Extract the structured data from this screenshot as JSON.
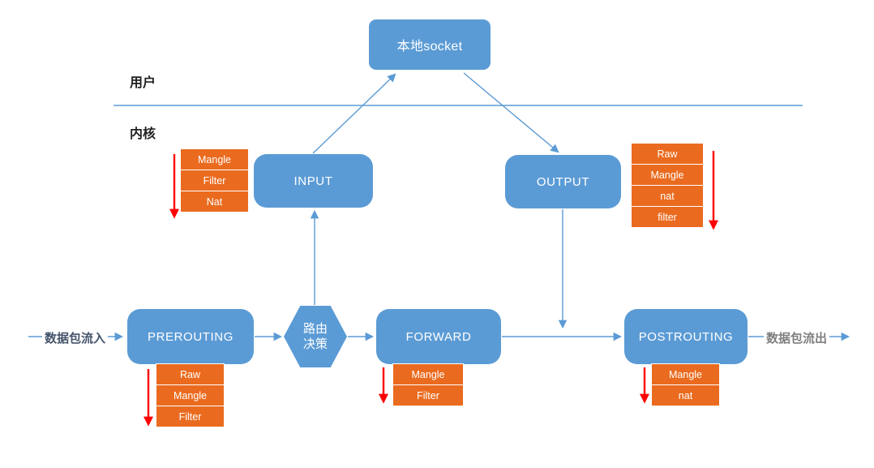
{
  "colors": {
    "blue": "#5B9BD5",
    "orange": "#EA6B1F",
    "red": "#FF0000",
    "text_in": "#44546A",
    "text_out": "#7F7F7F"
  },
  "zones": {
    "user": "用户",
    "kernel": "内核"
  },
  "nodes": {
    "socket": "本地socket",
    "input": "INPUT",
    "output": "OUTPUT",
    "prerouting": "PREROUTING",
    "forward": "FORWARD",
    "postrouting": "POSTROUTING",
    "routing_line1": "路由",
    "routing_line2": "决策"
  },
  "flow": {
    "in": "数据包流入",
    "out": "数据包流出"
  },
  "tables": {
    "input": [
      "Mangle",
      "Filter",
      "Nat"
    ],
    "output": [
      "Raw",
      "Mangle",
      "nat",
      "filter"
    ],
    "prerouting": [
      "Raw",
      "Mangle",
      "Filter"
    ],
    "forward": [
      "Mangle",
      "Filter"
    ],
    "postrouting": [
      "Mangle",
      "nat"
    ]
  }
}
